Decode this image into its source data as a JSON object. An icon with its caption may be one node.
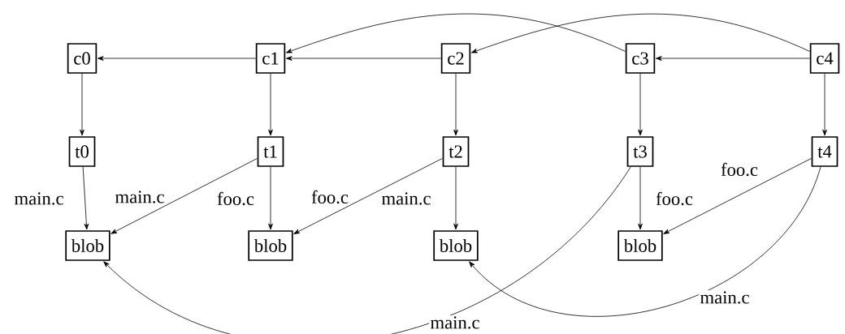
{
  "diagram": {
    "nodes": [
      {
        "text": [
          "c0"
        ]
      },
      {
        "text": [
          "c1"
        ]
      },
      {
        "text": [
          "c2"
        ]
      },
      {
        "text": [
          "c3"
        ]
      },
      {
        "text": [
          "c4"
        ]
      },
      {
        "text": [
          "t0"
        ]
      },
      {
        "text": [
          "t1"
        ]
      },
      {
        "text": [
          "t2"
        ]
      },
      {
        "text": [
          "t3"
        ]
      },
      {
        "text": [
          "t4"
        ]
      },
      {
        "text": [
          "blob"
        ]
      },
      {
        "text": [
          "blob"
        ]
      },
      {
        "text": [
          "blob"
        ]
      },
      {
        "text": [
          "blob"
        ]
      }
    ],
    "edges": [
      {
        "from": 1,
        "to": 0,
        "arrow": "to"
      },
      {
        "from": 2,
        "to": 1,
        "arrow": "to"
      },
      {
        "from": 3,
        "to": 1,
        "arrow": "to"
      },
      {
        "from": 4,
        "to": 3,
        "arrow": "to"
      },
      {
        "from": 4,
        "to": 2,
        "arrow": "to"
      },
      {
        "from": 0,
        "to": 5,
        "arrow": "to"
      },
      {
        "from": 1,
        "to": 6,
        "arrow": "to"
      },
      {
        "from": 2,
        "to": 7,
        "arrow": "to"
      },
      {
        "from": 3,
        "to": 8,
        "arrow": "to"
      },
      {
        "from": 4,
        "to": 9,
        "arrow": "to"
      },
      {
        "from": 5,
        "to": 10,
        "arrow": "to",
        "label": "main.c"
      },
      {
        "from": 6,
        "to": 10,
        "arrow": "to",
        "label": "main.c"
      },
      {
        "from": 6,
        "to": 11,
        "arrow": "to",
        "label": "foo.c"
      },
      {
        "from": 7,
        "to": 11,
        "arrow": "to",
        "label": "foo.c"
      },
      {
        "from": 7,
        "to": 12,
        "arrow": "to",
        "label": "main.c"
      },
      {
        "from": 8,
        "to": 10,
        "arrow": "to",
        "label": "main.c"
      },
      {
        "from": 8,
        "to": 13,
        "arrow": "to",
        "label": "foo.c"
      },
      {
        "from": 9,
        "to": 13,
        "arrow": "to",
        "label": "foo.c"
      },
      {
        "from": 9,
        "to": 12,
        "arrow": "to",
        "label": "main.c"
      }
    ]
  }
}
